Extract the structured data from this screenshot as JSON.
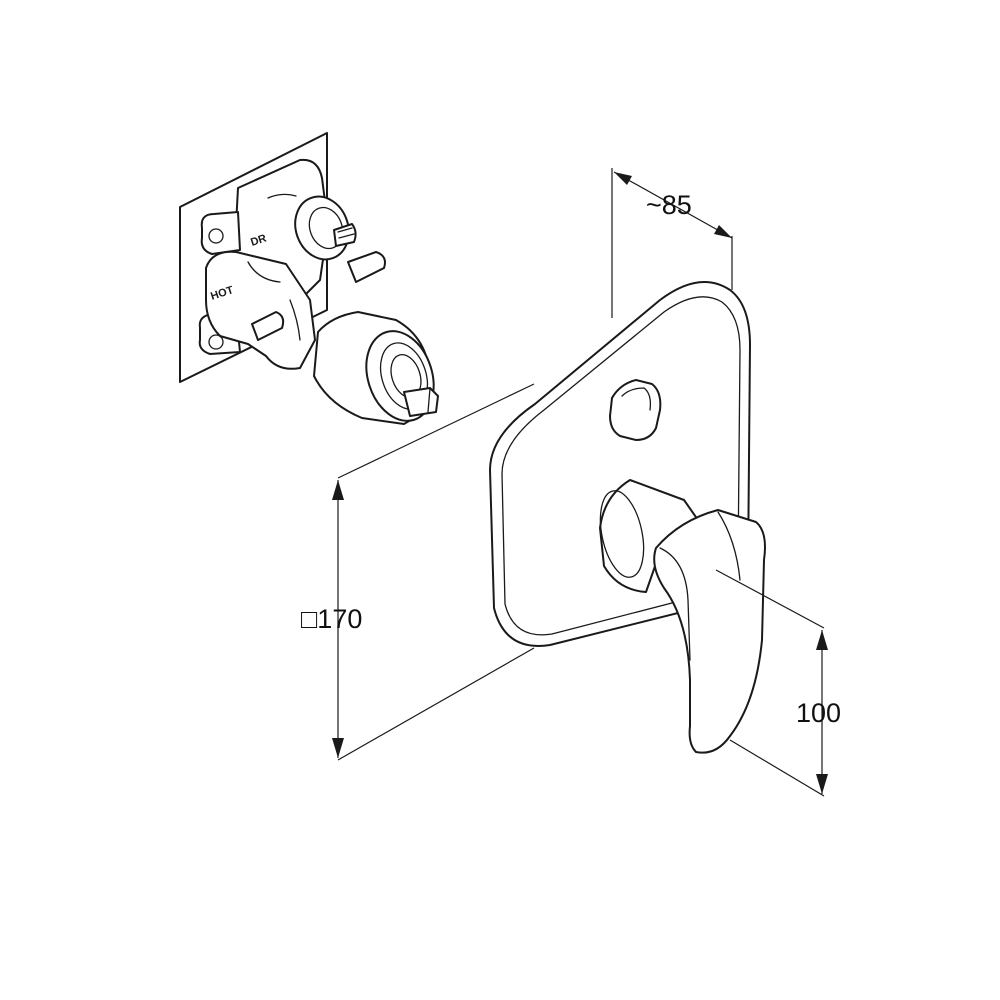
{
  "dimensions": {
    "depth": "~85",
    "plate_size": "□170",
    "handle_height": "100"
  },
  "valve_markings": {
    "diverter": "DR",
    "hot": "HOT"
  }
}
